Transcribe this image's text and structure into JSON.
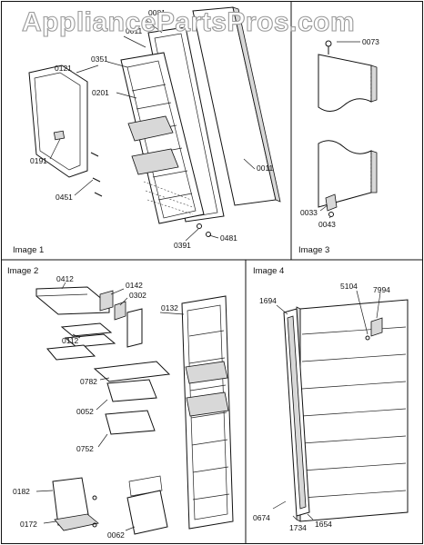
{
  "watermark": "AppliancePartsPros.com",
  "panels": {
    "image1": {
      "title": "Image 1",
      "labels": {
        "l0081": "0081",
        "l0011top": "0011",
        "l0351": "0351",
        "l0121": "0121",
        "l0201": "0201",
        "l0191": "0191",
        "l0451": "0451",
        "l0011": "0011",
        "l0391": "0391",
        "l0481": "0481"
      }
    },
    "image3": {
      "title": "Image 3",
      "labels": {
        "l0073": "0073",
        "l0033": "0033",
        "l0043": "0043"
      }
    },
    "image2": {
      "title": "Image 2",
      "labels": {
        "l0412": "0412",
        "l0142": "0142",
        "l0302": "0302",
        "l0132": "0132",
        "l0112": "0112",
        "l0782": "0782",
        "l0052": "0052",
        "l0752": "0752",
        "l0182": "0182",
        "l0172": "0172",
        "l0062": "0062"
      }
    },
    "image4": {
      "title": "Image 4",
      "labels": {
        "l1694": "1694",
        "l5104": "5104",
        "l7994": "7994",
        "l0674": "0674",
        "l1734": "1734",
        "l1654": "1654"
      }
    }
  }
}
